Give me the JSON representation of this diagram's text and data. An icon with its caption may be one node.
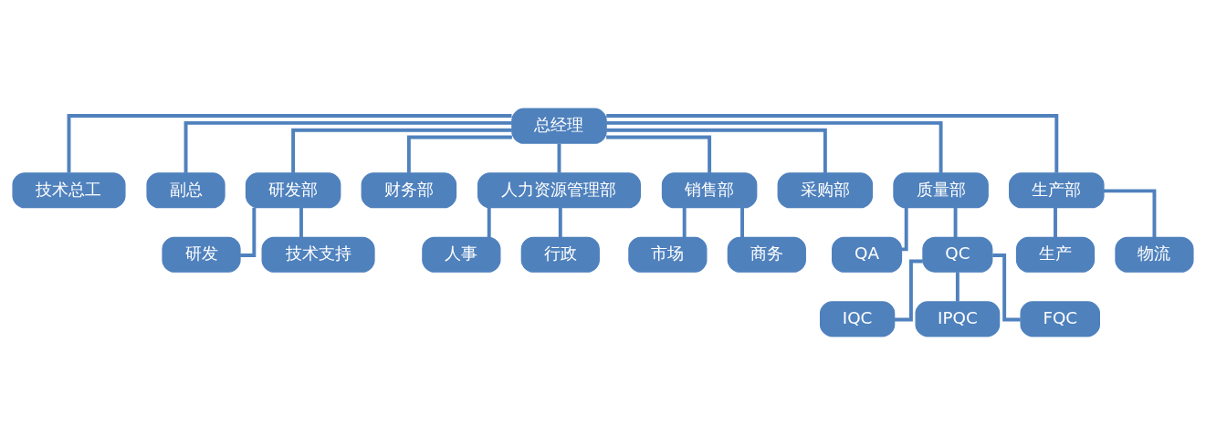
{
  "diagram": {
    "nodes": [
      {
        "text": [
          "总经理"
        ]
      },
      {
        "text": [
          "技术总工"
        ]
      },
      {
        "text": [
          "副总"
        ]
      },
      {
        "text": [
          "研发部"
        ]
      },
      {
        "text": [
          "财务部"
        ]
      },
      {
        "text": [
          "人力资源管理部"
        ]
      },
      {
        "text": [
          "销售部"
        ]
      },
      {
        "text": [
          "采购部"
        ]
      },
      {
        "text": [
          "质量部"
        ]
      },
      {
        "text": [
          "生产部"
        ]
      },
      {
        "text": [
          "研发"
        ]
      },
      {
        "text": [
          "技术支持"
        ]
      },
      {
        "text": [
          "人事"
        ]
      },
      {
        "text": [
          "行政"
        ]
      },
      {
        "text": [
          "市场"
        ]
      },
      {
        "text": [
          "商务"
        ]
      },
      {
        "text": [
          "QA"
        ]
      },
      {
        "text": [
          "QC"
        ]
      },
      {
        "text": [
          "IQC"
        ]
      },
      {
        "text": [
          "IPQC"
        ]
      },
      {
        "text": [
          "FQC"
        ]
      },
      {
        "text": [
          "生产"
        ]
      },
      {
        "text": [
          "物流"
        ]
      }
    ],
    "edges": [
      {
        "from": 0,
        "to": 1,
        "arrow": "none"
      },
      {
        "from": 0,
        "to": 2,
        "arrow": "none"
      },
      {
        "from": 0,
        "to": 3,
        "arrow": "none"
      },
      {
        "from": 0,
        "to": 4,
        "arrow": "none"
      },
      {
        "from": 0,
        "to": 5,
        "arrow": "none"
      },
      {
        "from": 0,
        "to": 6,
        "arrow": "none"
      },
      {
        "from": 0,
        "to": 7,
        "arrow": "none"
      },
      {
        "from": 0,
        "to": 8,
        "arrow": "none"
      },
      {
        "from": 0,
        "to": 9,
        "arrow": "none"
      },
      {
        "from": 3,
        "to": 10,
        "arrow": "none"
      },
      {
        "from": 3,
        "to": 11,
        "arrow": "none"
      },
      {
        "from": 5,
        "to": 12,
        "arrow": "none"
      },
      {
        "from": 5,
        "to": 13,
        "arrow": "none"
      },
      {
        "from": 6,
        "to": 14,
        "arrow": "none"
      },
      {
        "from": 6,
        "to": 15,
        "arrow": "none"
      },
      {
        "from": 8,
        "to": 16,
        "arrow": "none"
      },
      {
        "from": 8,
        "to": 17,
        "arrow": "none"
      },
      {
        "from": 17,
        "to": 18,
        "arrow": "none"
      },
      {
        "from": 17,
        "to": 19,
        "arrow": "none"
      },
      {
        "from": 17,
        "to": 20,
        "arrow": "none"
      },
      {
        "from": 9,
        "to": 21,
        "arrow": "none"
      },
      {
        "from": 9,
        "to": 22,
        "arrow": "none"
      }
    ]
  }
}
